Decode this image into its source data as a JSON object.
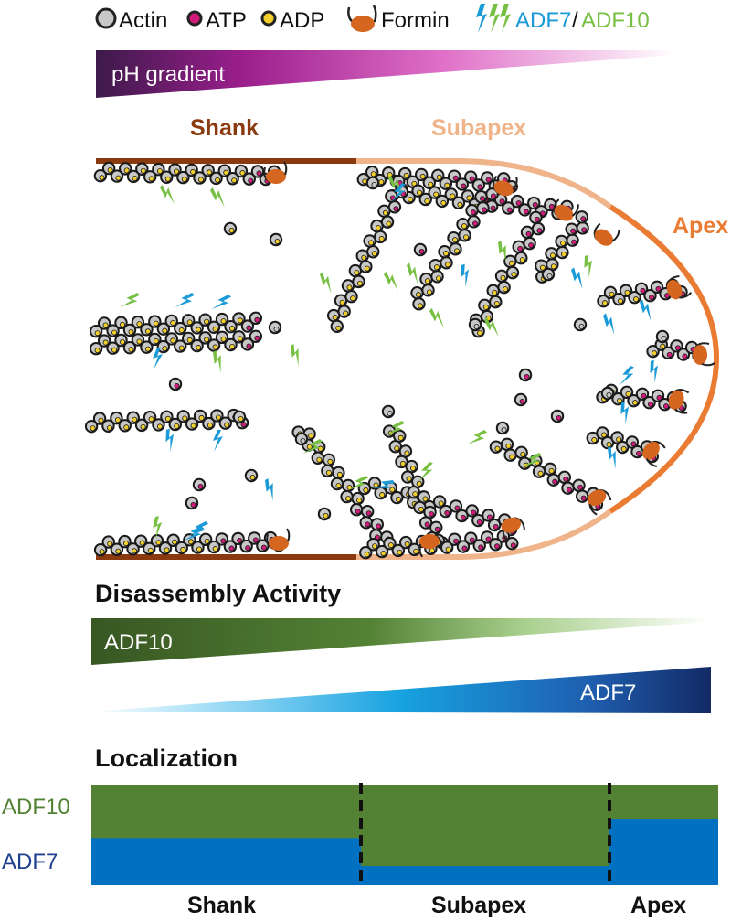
{
  "legend": {
    "actin": "Actin",
    "atp": "ATP",
    "adp": "ADP",
    "formin": "Formin",
    "adf7": "ADF7",
    "slash": "/",
    "adf10": "ADF10"
  },
  "ph_gradient": {
    "label": "pH gradient"
  },
  "regions": {
    "shank": "Shank",
    "subapex": "Subapex",
    "apex": "Apex"
  },
  "disassembly": {
    "title": "Disassembly Activity",
    "adf10_label": "ADF10",
    "adf7_label": "ADF7"
  },
  "localization": {
    "title": "Localization",
    "adf10_label": "ADF10",
    "adf7_label": "ADF7",
    "x_labels": [
      "Shank",
      "Subapex",
      "Apex"
    ],
    "adf7_fraction": {
      "shank": 0.47,
      "subapex": 0.19,
      "apex": 0.66
    }
  },
  "colors": {
    "shank": "#8b3a10",
    "subapex": "#f0b48a",
    "apex": "#ea7b32",
    "formin": "#d4661f",
    "atp": "#d11b7a",
    "adp": "#f2cf2a",
    "actin": "#c8c8c8",
    "adf7": "#1a9ad6",
    "adf10": "#77c043",
    "ph": "#9a1e8c",
    "adf10_bar": "#548235",
    "adf7_bar": "#0070c0",
    "adf7_dark": "#1f3f8f"
  },
  "icons": [
    "actin-monomer-icon",
    "atp-dot-icon",
    "adp-dot-icon",
    "formin-icon",
    "adf-lightning-icon"
  ]
}
